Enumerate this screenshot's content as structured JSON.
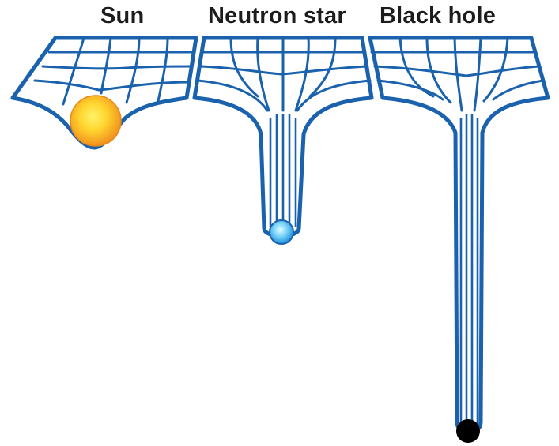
{
  "labels": {
    "sun": "Sun",
    "neutron_star": "Neutron star",
    "black_hole": "Black hole"
  },
  "colors": {
    "grid": "#1a62ad",
    "sun_core": "#ffe83a",
    "sun_edge": "#f39a1e",
    "neutron_core": "#c9f2ff",
    "neutron_edge": "#2aa6e6",
    "black_hole": "#000000"
  }
}
